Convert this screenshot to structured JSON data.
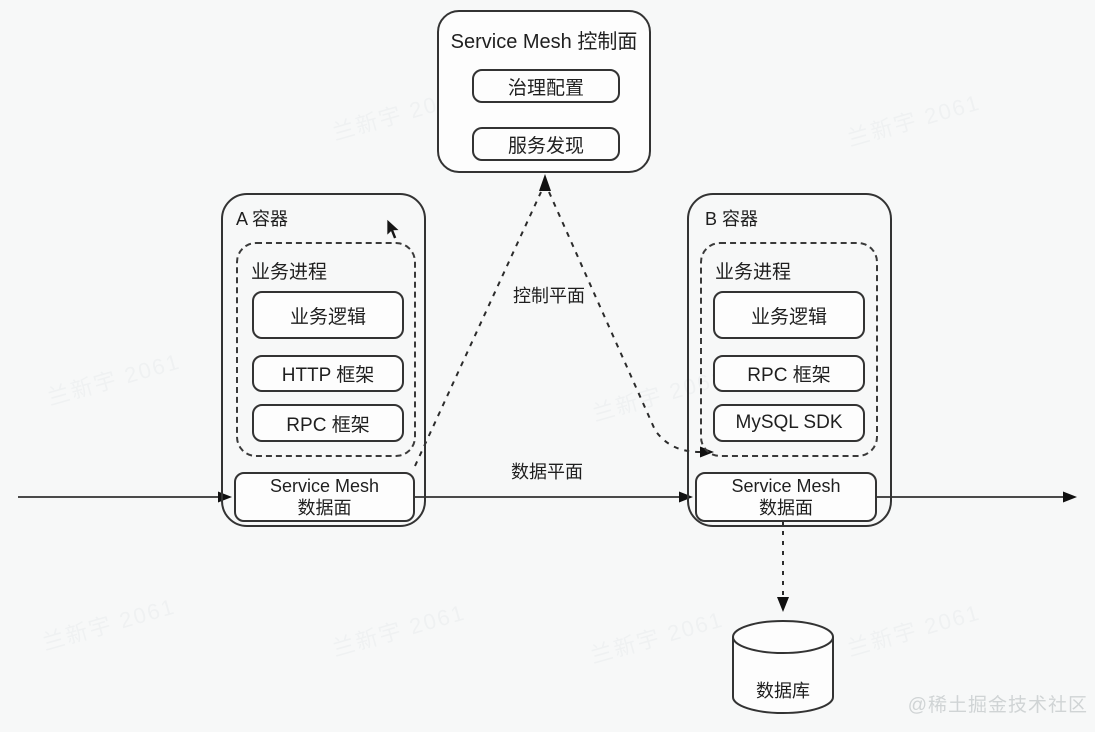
{
  "control_plane": {
    "title": "Service Mesh 控制面",
    "items": [
      "治理配置",
      "服务发现"
    ]
  },
  "container_a": {
    "label": "A 容器",
    "process": {
      "label": "业务进程",
      "items": [
        "业务逻辑",
        "HTTP 框架",
        "RPC 框架"
      ]
    },
    "mesh": {
      "line1": "Service Mesh",
      "line2": "数据面"
    }
  },
  "container_b": {
    "label": "B 容器",
    "process": {
      "label": "业务进程",
      "items": [
        "业务逻辑",
        "RPC 框架",
        "MySQL SDK"
      ]
    },
    "mesh": {
      "line1": "Service Mesh",
      "line2": "数据面"
    }
  },
  "edge_labels": {
    "control_plane": "控制平面",
    "data_plane": "数据平面"
  },
  "database": {
    "label": "数据库"
  },
  "watermarks": {
    "corner": "@稀土掘金技术社区",
    "tiled": "兰新宇 2061"
  },
  "colors": {
    "line": "#3f3f3f",
    "border": "#333333",
    "text": "#1f1f1f",
    "background": "#f7f8f8",
    "corner_watermark": "#d0d4d5"
  }
}
